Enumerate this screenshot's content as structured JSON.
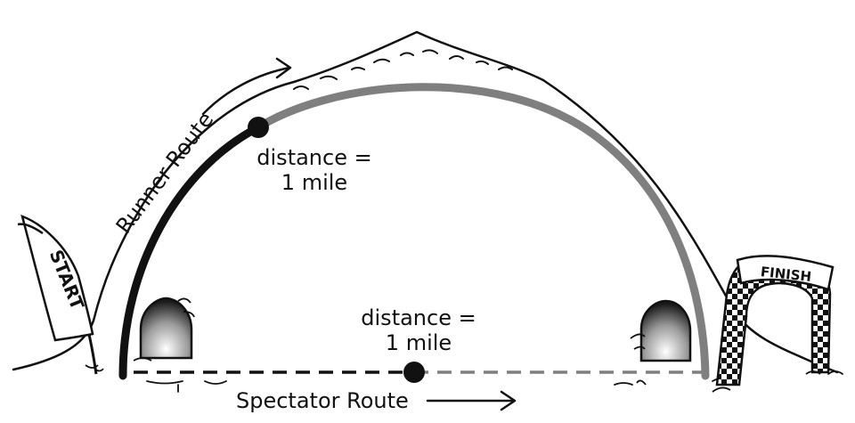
{
  "labels": {
    "runner_route": "Runner Route",
    "runner_distance_line1": "distance =",
    "runner_distance_line2": "1 mile",
    "spectator_distance_line1": "distance =",
    "spectator_distance_line2": "1 mile",
    "spectator_route": "Spectator Route",
    "start_sign": "START",
    "finish_sign": "FINISH"
  },
  "colors": {
    "ink": "#111111",
    "completed_path": "#111111",
    "remaining_path": "#7f7f7f"
  }
}
